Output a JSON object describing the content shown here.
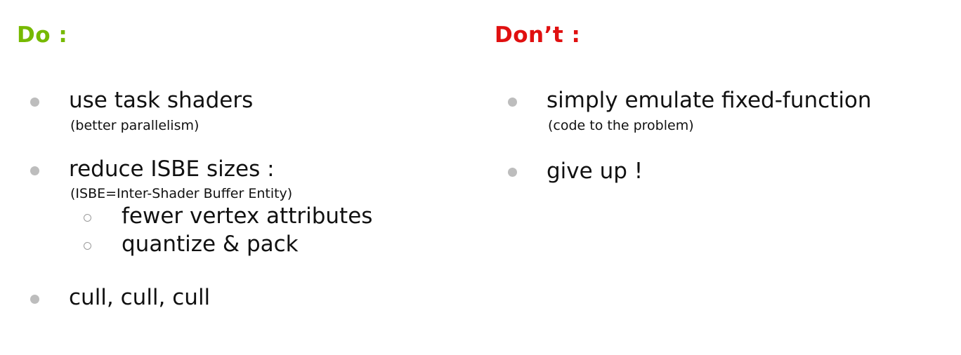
{
  "do": {
    "title": "Do :",
    "items": [
      {
        "text": "use task shaders",
        "note": "(better parallelism)"
      },
      {
        "text": "reduce ISBE sizes :",
        "note": "(ISBE=Inter-Shader Buffer Entity)",
        "subitems": [
          "fewer vertex attributes",
          "quantize & pack"
        ]
      },
      {
        "text": "cull, cull, cull"
      }
    ]
  },
  "dont": {
    "title": "Don’t :",
    "items": [
      {
        "text": "simply emulate fixed-function",
        "note": "(code to the problem)"
      },
      {
        "text": "give up !"
      }
    ]
  },
  "colors": {
    "do_title": "#76b900",
    "dont_title": "#e01010",
    "bullet": "#bdbdbd"
  }
}
